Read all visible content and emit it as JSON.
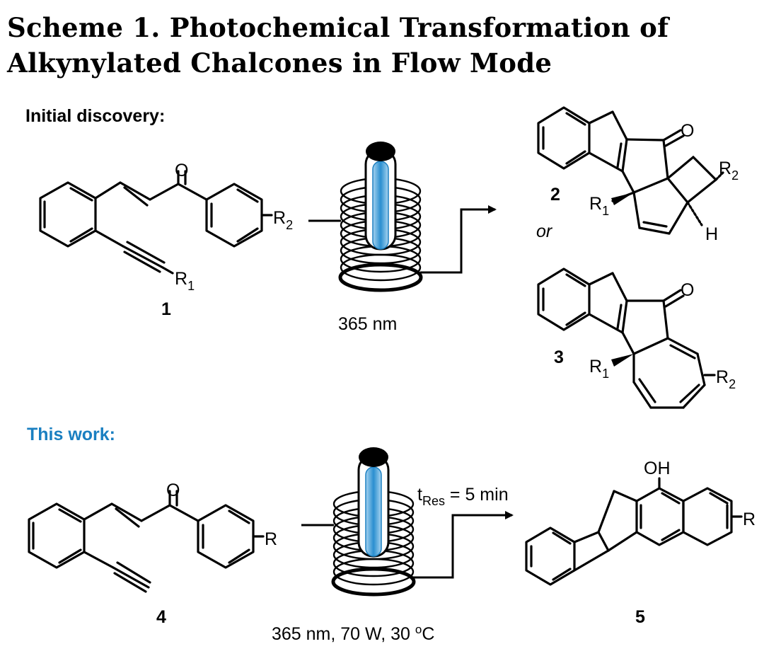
{
  "title": "Scheme 1. Photochemical Transformation of Alkynylated Chalcones in Flow Mode",
  "sections": {
    "initial": "Initial discovery:",
    "this_work": "This work:"
  },
  "labels": {
    "O": "O",
    "OH": "OH",
    "R": "R",
    "H": "H",
    "or": "or",
    "sub1": "1",
    "sub2": "2",
    "cmpd1": "1",
    "cmpd2": "2",
    "cmpd3": "3",
    "cmpd4": "4",
    "cmpd5": "5"
  },
  "conditions": {
    "top": "365 nm",
    "bottom_a": "365 nm, 70 W, 30 ",
    "bottom_deg": "o",
    "bottom_b": "C",
    "t_main": "t",
    "t_sub": "Res",
    "t_rest": " = 5 min"
  },
  "colors": {
    "accent": "#1a7fc1",
    "lamp": "#3a9bd5"
  }
}
